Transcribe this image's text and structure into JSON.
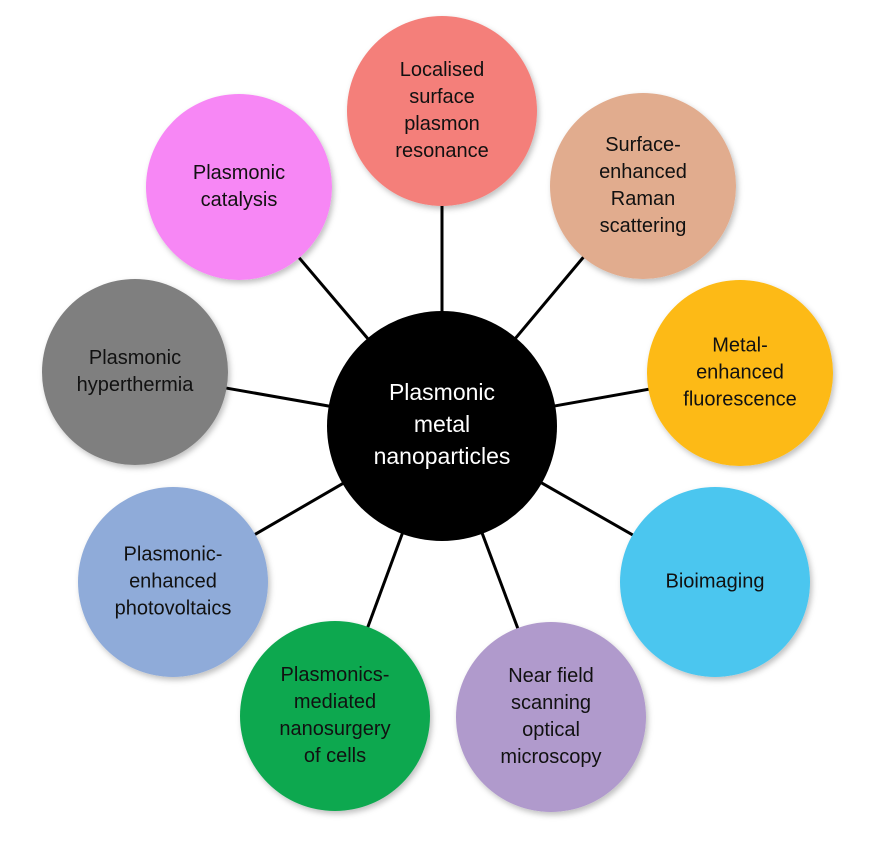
{
  "hub": {
    "lines": [
      "Plasmonic",
      "metal",
      "nanoparticles"
    ],
    "color": "#000000"
  },
  "nodes": [
    {
      "id": "lspr",
      "lines": [
        "Localised",
        "surface",
        "plasmon",
        "resonance"
      ],
      "color": "#F47F7A"
    },
    {
      "id": "sers",
      "lines": [
        "Surface-",
        "enhanced",
        "Raman",
        "scattering"
      ],
      "color": "#E1AC8E"
    },
    {
      "id": "mef",
      "lines": [
        "Metal-",
        "enhanced",
        "fluorescence"
      ],
      "color": "#FDBA12"
    },
    {
      "id": "bioimaging",
      "lines": [
        "Bioimaging"
      ],
      "color": "#4CC6EF"
    },
    {
      "id": "nsom",
      "lines": [
        "Near field",
        "scanning",
        "optical",
        "microscopy"
      ],
      "color": "#B09ACC"
    },
    {
      "id": "nanosurgery",
      "lines": [
        "Plasmonics-",
        "mediated",
        "nanosurgery",
        "of cells"
      ],
      "color": "#0AA84F"
    },
    {
      "id": "photovoltaics",
      "lines": [
        "Plasmonic-",
        "enhanced",
        "photovoltaics"
      ],
      "color": "#8FABD9"
    },
    {
      "id": "hyperthermia",
      "lines": [
        "Plasmonic",
        "hyperthermia"
      ],
      "color": "#7F7F7F"
    },
    {
      "id": "catalysis",
      "lines": [
        "Plasmonic",
        "catalysis"
      ],
      "color": "#F787F5"
    }
  ],
  "connector_color": "#000000"
}
